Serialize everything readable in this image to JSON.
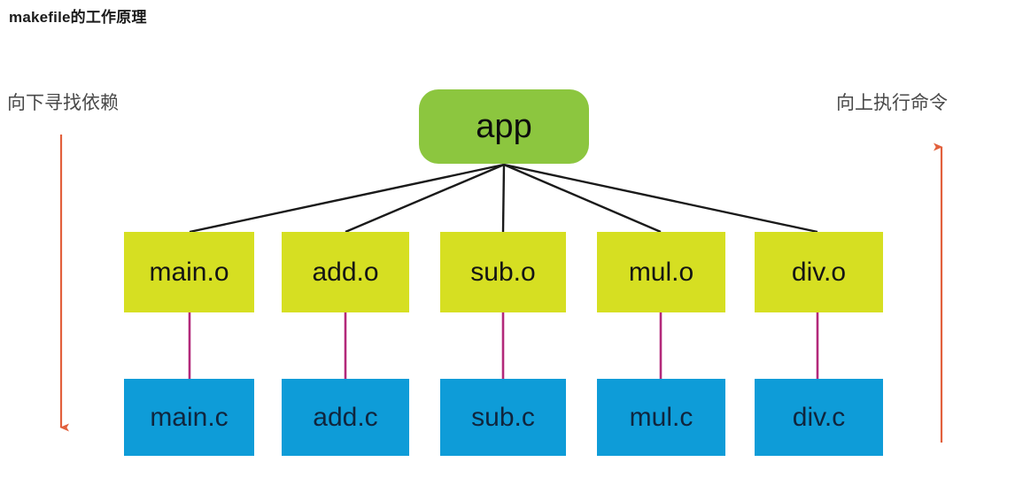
{
  "title": "makefile的工作原理",
  "annotations": {
    "left": "向下寻找依赖",
    "right": "向上执行命令"
  },
  "diagram": {
    "type": "dependency-tree",
    "root": {
      "label": "app",
      "shape": "rounded-rect",
      "color": "#8CC63F"
    },
    "columns": [
      {
        "object": "main.o",
        "source": "main.c"
      },
      {
        "object": "add.o",
        "source": "add.c"
      },
      {
        "object": "sub.o",
        "source": "sub.c"
      },
      {
        "object": "mul.o",
        "source": "mul.c"
      },
      {
        "object": "div.o",
        "source": "div.c"
      }
    ],
    "colors": {
      "root": "#8CC63F",
      "object_node": "#D6DF22",
      "source_node": "#0E9CD8",
      "tree_edge": "#1a1a1a",
      "compile_edge": "#B3297A",
      "arrow": "#E2603C",
      "background": "#FFFFFF"
    },
    "arrows": [
      {
        "name": "down-arrow",
        "direction": "down",
        "label": "向下寻找依赖"
      },
      {
        "name": "up-arrow",
        "direction": "up",
        "label": "向上执行命令"
      }
    ]
  }
}
